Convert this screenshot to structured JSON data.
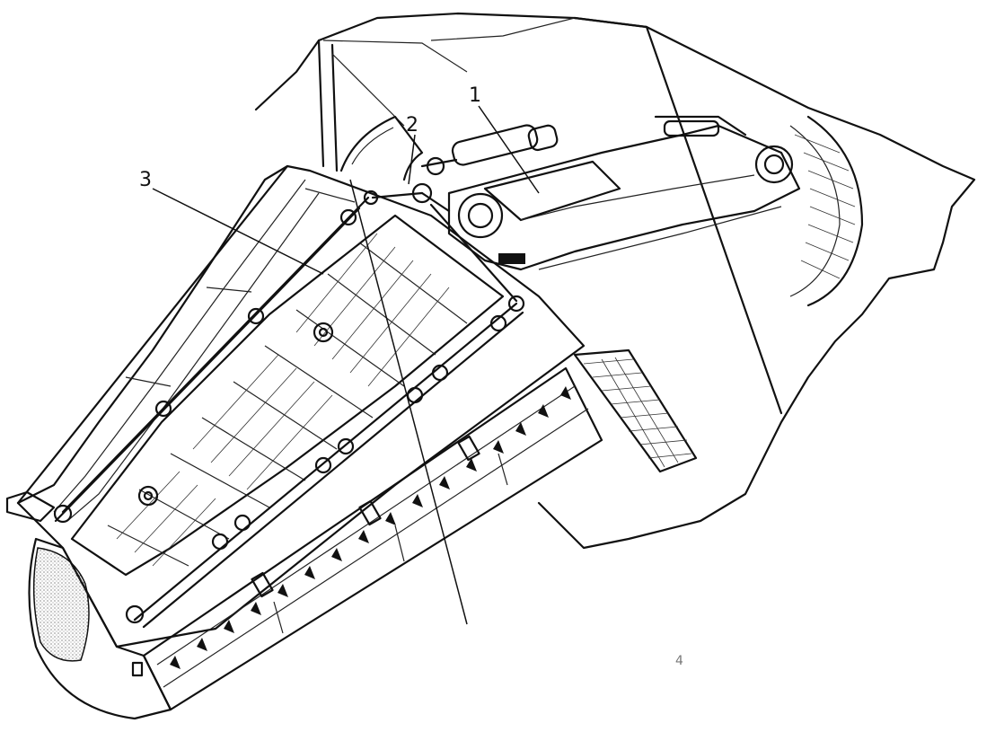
{
  "diagram": {
    "callouts": [
      {
        "id": "1",
        "label": "1"
      },
      {
        "id": "2",
        "label": "2"
      },
      {
        "id": "3",
        "label": "3"
      }
    ],
    "stray_mark": "4",
    "colors": {
      "ink": "#111111",
      "paper": "#ffffff"
    }
  }
}
